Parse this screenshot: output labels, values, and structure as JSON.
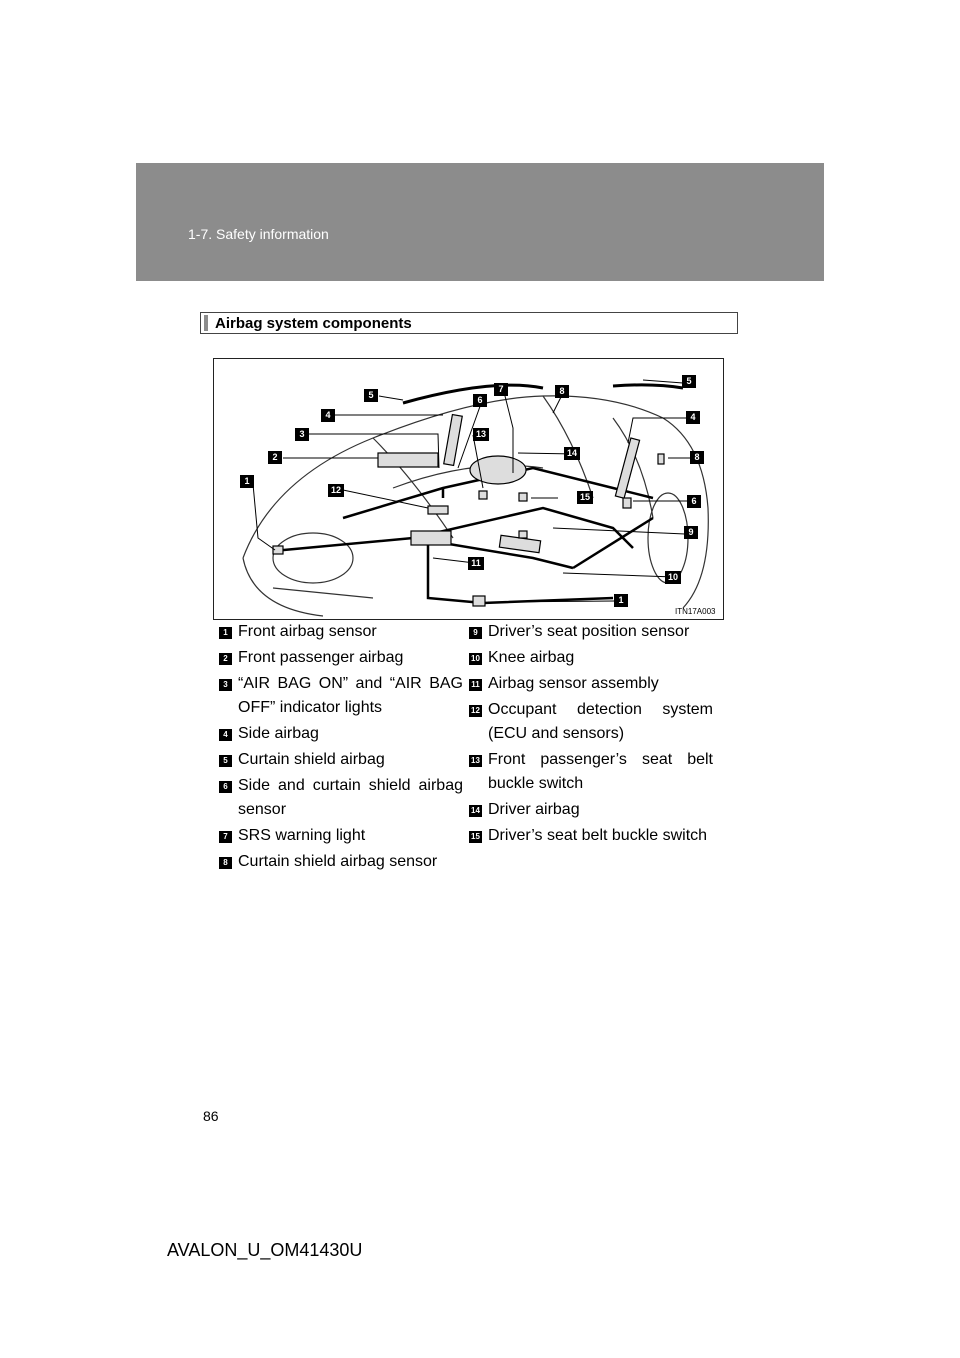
{
  "header": {
    "section": "1-7. Safety information"
  },
  "section_title": "Airbag system components",
  "diagram": {
    "code": "ITN17A003",
    "callouts": [
      "1",
      "2",
      "3",
      "4",
      "5",
      "6",
      "7",
      "8",
      "12",
      "13",
      "14",
      "15",
      "11",
      "10",
      "9"
    ]
  },
  "components_left": [
    {
      "num": "1",
      "label": "Front airbag sensor"
    },
    {
      "num": "2",
      "label": "Front passenger airbag"
    },
    {
      "num": "3",
      "label": "“AIR BAG ON” and “AIR BAG OFF” indicator lights"
    },
    {
      "num": "4",
      "label": "Side airbag"
    },
    {
      "num": "5",
      "label": "Curtain shield airbag"
    },
    {
      "num": "6",
      "label": "Side and curtain shield airbag sensor"
    },
    {
      "num": "7",
      "label": "SRS warning light"
    },
    {
      "num": "8",
      "label": "Curtain shield airbag sensor"
    }
  ],
  "components_right": [
    {
      "num": "9",
      "label": "Driver’s seat position sensor"
    },
    {
      "num": "10",
      "label": "Knee airbag"
    },
    {
      "num": "11",
      "label": "Airbag sensor assembly"
    },
    {
      "num": "12",
      "label": "Occupant detection system (ECU and sensors)"
    },
    {
      "num": "13",
      "label": "Front passenger’s seat belt buckle switch"
    },
    {
      "num": "14",
      "label": "Driver airbag"
    },
    {
      "num": "15",
      "label": "Driver’s seat belt buckle switch"
    }
  ],
  "footer": {
    "page_number": "86",
    "doc_code": "AVALON_U_OM41430U"
  }
}
